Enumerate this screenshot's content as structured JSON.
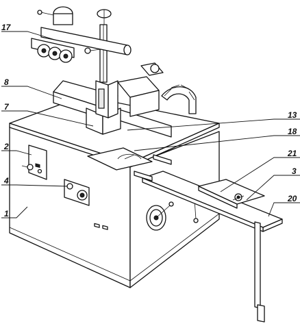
{
  "callouts": [
    {
      "id": "17",
      "text": "17"
    },
    {
      "id": "8",
      "text": "8"
    },
    {
      "id": "7",
      "text": "7"
    },
    {
      "id": "2",
      "text": "2"
    },
    {
      "id": "4",
      "text": "4"
    },
    {
      "id": "1",
      "text": "1"
    },
    {
      "id": "13",
      "text": "13"
    },
    {
      "id": "18",
      "text": "18"
    },
    {
      "id": "21",
      "text": "21"
    },
    {
      "id": "3",
      "text": "3"
    },
    {
      "id": "20",
      "text": "20"
    }
  ]
}
